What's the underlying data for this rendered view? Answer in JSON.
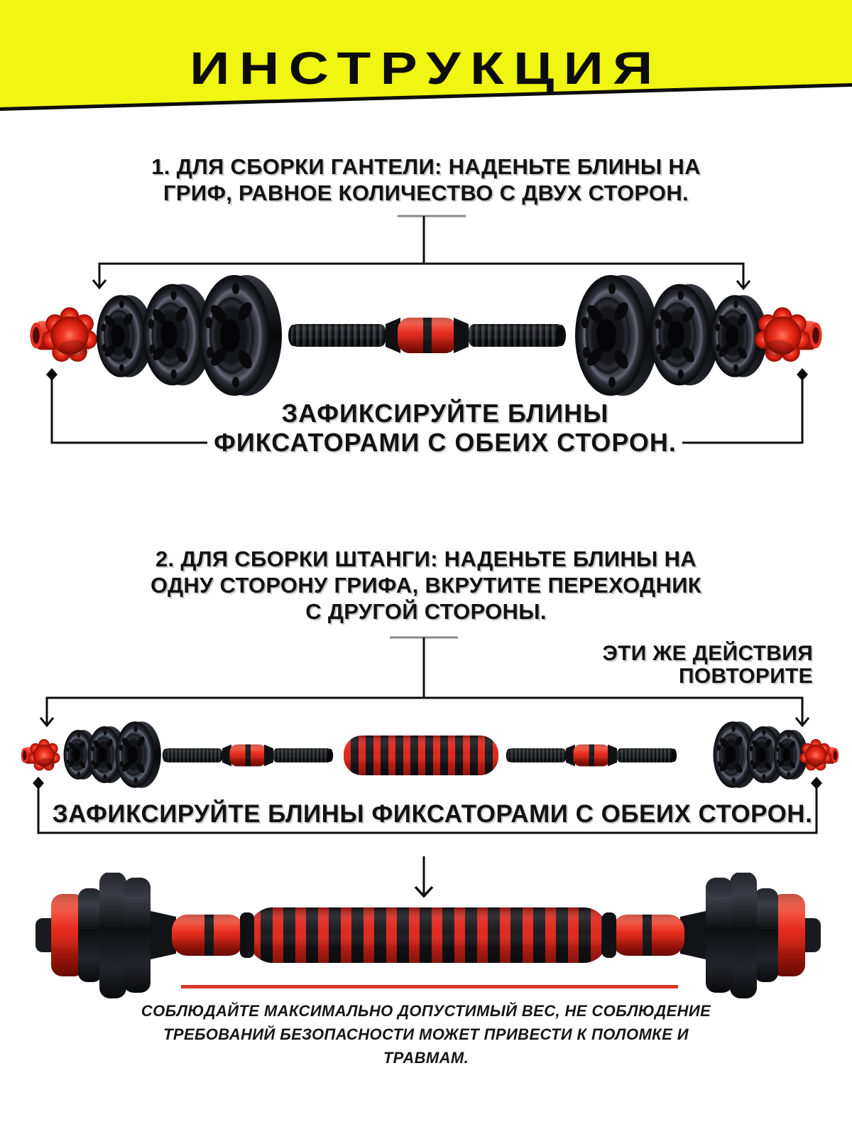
{
  "header": {
    "title": "ИНСТРУКЦИЯ"
  },
  "step1": {
    "heading_line1": "1. ДЛЯ СБОРКИ ГАНТЕЛИ: НАДЕНЬТЕ БЛИНЫ НА",
    "heading_line2": "ГРИФ, РАВНОЕ КОЛИЧЕСТВО С ДВУХ СТОРОН.",
    "note_line1": "ЗАФИКСИРУЙТЕ БЛИНЫ",
    "note_line2": "ФИКСАТОРАМИ С ОБЕИХ СТОРОН."
  },
  "step2": {
    "heading_line1": "2. ДЛЯ СБОРКИ ШТАНГИ: НАДЕНЬТЕ БЛИНЫ НА",
    "heading_line2": "ОДНУ СТОРОНУ ГРИФА, ВКРУТИТЕ ПЕРЕХОДНИК",
    "heading_line3": "С ДРУГОЙ СТОРОНЫ.",
    "side_note_line1": "ЭТИ ЖЕ ДЕЙСТВИЯ",
    "side_note_line2": "ПОВТОРИТЕ",
    "note": "ЗАФИКСИРУЙТЕ БЛИНЫ ФИКСАТОРАМИ С ОБЕИХ СТОРОН."
  },
  "warning": {
    "line1": "СОБЛЮДАЙТЕ МАКСИМАЛЬНО ДОПУСТИМЫЙ ВЕС, НЕ СОБЛЮДЕНИЕ",
    "line2": "ТРЕБОВАНИЙ БЕЗОПАСНОСТИ МОЖЕТ ПРИВЕСТИ К ПОЛОМКЕ И",
    "line3": "ТРАВМАМ."
  },
  "colors": {
    "banner_yellow": "#F0F511",
    "equipment_red": "#E0271B",
    "warning_line_red": "#D8372C",
    "text_black": "#111111"
  }
}
